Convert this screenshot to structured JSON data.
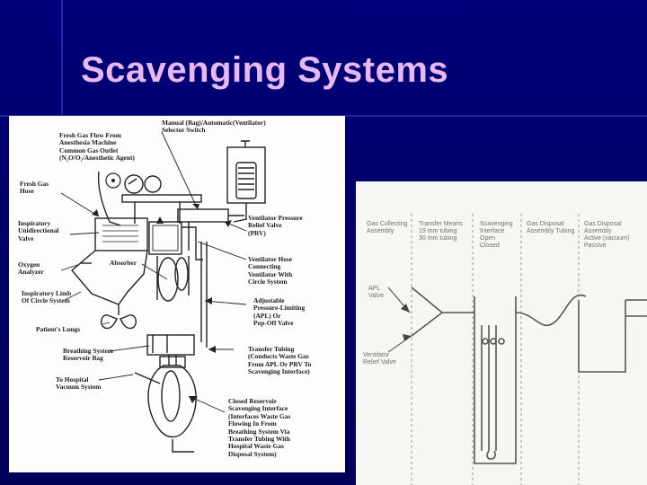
{
  "slide": {
    "title": "Scavenging Systems"
  },
  "left_diagram": {
    "labels": {
      "fresh_gas_flow": "Fresh Gas Flow From\nAnesthesia Machine\nCommon Gas Outlet\n(N₂O/O₂/Anesthetic Agent)",
      "selector_switch": "Manual (Bag)/Automatic(Ventilator)\nSelector Switch",
      "fresh_gas_hose": "Fresh Gas\nHose",
      "inspiratory_valve": "Inspiratory\nUnidirectional\nValve",
      "vent_relief_valve": "Ventilator Pressure\nRelief Valve\n(PRV)",
      "oxygen_analyzer": "Oxygen\nAnalyzer",
      "absorber": "Absorber",
      "vent_hose": "Ventilator Hose\nConnecting\nVentilator With\nCircle System",
      "inspiratory_limb": "Inspiratory Limb\nOf Circle System",
      "apl_valve": "Adjustable\nPressure-Limiting\n(APL) Or\nPop-Off Valve",
      "patients_lungs": "Patient's Lungs",
      "reservoir_bag": "Breathing System\nReservoir Bag",
      "transfer_tubing": "Transfer Tubing\n(Conducts Waste Gas\nFrom APL Or PRV To\nScavenging Interface)",
      "hospital_vacuum": "To Hospital\nVacuum System",
      "closed_interface": "Closed Reservoir\nScavenging Interface\n(Interfaces Waste Gas\nFlowing In From\nBreathing System Via\nTransfer Tubing With\nHospital Waste Gas\nDisposal System)"
    }
  },
  "right_diagram": {
    "headers": {
      "gas_collecting": "Gas Collecting\nAssembly",
      "transfer_means": "Transfer Means\n19 mm tubing\n30 mm tubing",
      "scavenging_interface": "Scavenging\nInterface\nOpen\nClosed",
      "gas_disposal_tubing": "Gas Disposal\nAssembly Tubing",
      "gas_disposal_assembly": "Gas Disposal\nAssembly\nActive (vacuum)\nPassive"
    },
    "labels": {
      "apl_valve": "APL\nValve",
      "ventilator_relief_valve": "Ventilator\nRelief Valve"
    }
  }
}
